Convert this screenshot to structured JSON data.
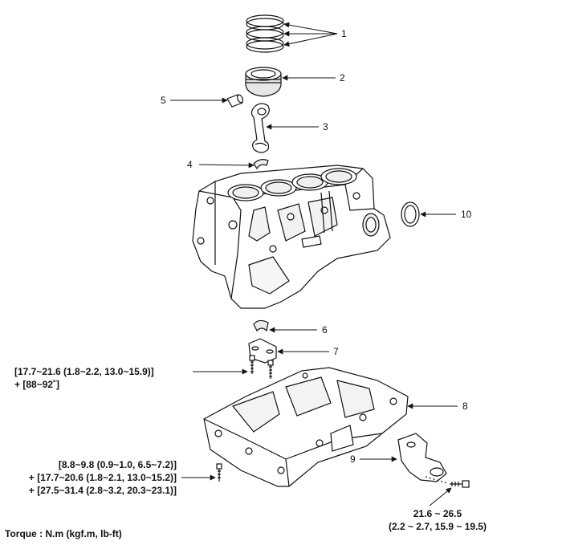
{
  "callouts": [
    {
      "id": "1",
      "label": "1"
    },
    {
      "id": "2",
      "label": "2"
    },
    {
      "id": "3",
      "label": "3"
    },
    {
      "id": "4",
      "label": "4"
    },
    {
      "id": "5",
      "label": "5"
    },
    {
      "id": "6",
      "label": "6"
    },
    {
      "id": "7",
      "label": "7"
    },
    {
      "id": "8",
      "label": "8"
    },
    {
      "id": "9",
      "label": "9"
    },
    {
      "id": "10",
      "label": "10"
    }
  ],
  "torque_specs": {
    "bearing_cap_bolt": {
      "line1": "[17.7~21.6 (1.8~2.2, 13.0~15.9)]",
      "line2": "+ [88~92˚]"
    },
    "ladder_frame_bolt": {
      "line1": "[8.8~9.8 (0.9~1.0, 6.5~7.2)]",
      "line2": "+ [17.7~20.6 (1.8~2.1, 13.0~15.2)]",
      "line3": "+ [27.5~31.4 (2.8~3.2, 20.3~23.1)]"
    },
    "oil_filter_bracket_bolt": {
      "line1": "21.6 ~ 26.5",
      "line2": "(2.2 ~ 2.7, 15.9 ~ 19.5)"
    }
  },
  "torque_unit_note": "Torque : N.m (kgf.m, lb-ft)",
  "colors": {
    "line": "#111111",
    "fill": "#ffffff",
    "shade": "#d9d9d9"
  }
}
